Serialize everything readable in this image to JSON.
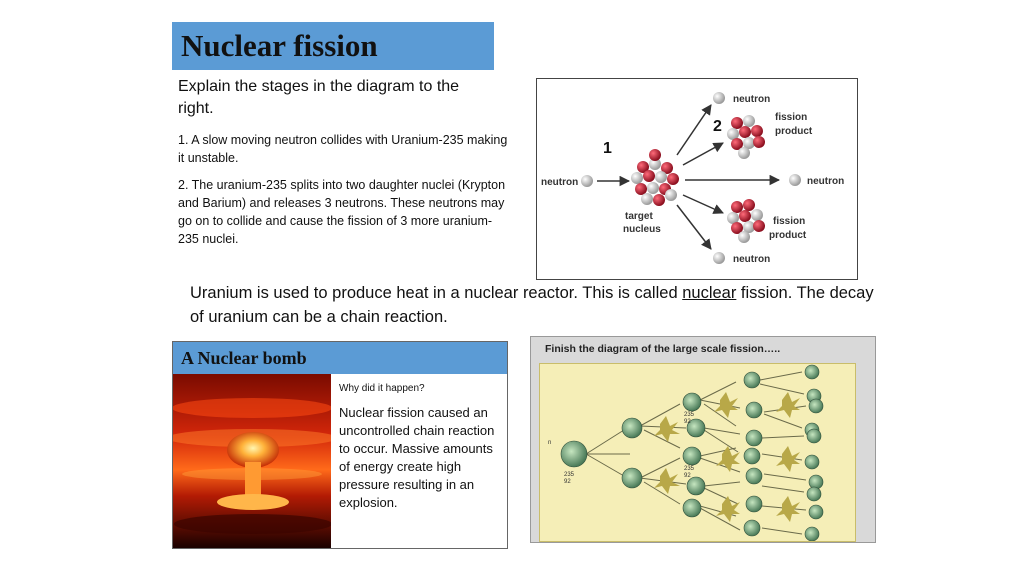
{
  "slide": {
    "title": "Nuclear fission",
    "intro": "Explain the stages in the diagram to the right.",
    "step1": "1. A slow moving neutron collides with Uranium-235 making it unstable.",
    "step2": "2.  The uranium-235 splits into two daughter nuclei (Krypton and Barium) and releases 3 neutrons. These neutrons may go on to collide and cause the fission of 3 more uranium-235 nuclei.",
    "main_text_before": "Uranium is used to produce heat in a nuclear reactor. This is called ",
    "main_text_underlined": "nuclear",
    "main_text_after": " fission.  The decay of uranium can be a chain reaction."
  },
  "diagram": {
    "neutron_in": "neutron",
    "target_line1": "target",
    "target_line2": "nucleus",
    "neutron_top": "neutron",
    "fission_top_line1": "fission",
    "fission_top_line2": "product",
    "neutron_right": "neutron",
    "fission_bottom_line1": "fission",
    "fission_bottom_line2": "product",
    "neutron_bottom": "neutron",
    "marker_1": "1",
    "marker_2": "2",
    "colors": {
      "proton": "#b0182c",
      "neutron_particle": "#d8d8d8",
      "arrow": "#333333"
    }
  },
  "bomb_panel": {
    "header": "A Nuclear bomb",
    "question": "Why did it happen?",
    "answer": "Nuclear fission caused an uncontrolled chain reaction to occur. Massive amounts of energy  create high pressure resulting in an explosion."
  },
  "chain_panel": {
    "label": "Finish the diagram of the large scale fission…..",
    "small_labels": [
      "235",
      "92",
      "235",
      "92",
      "235",
      "92",
      "n"
    ]
  },
  "colors": {
    "accent_blue": "#5b9bd5",
    "chain_bg": "#f5eeb7",
    "panel_grey": "#d9d9d9"
  }
}
